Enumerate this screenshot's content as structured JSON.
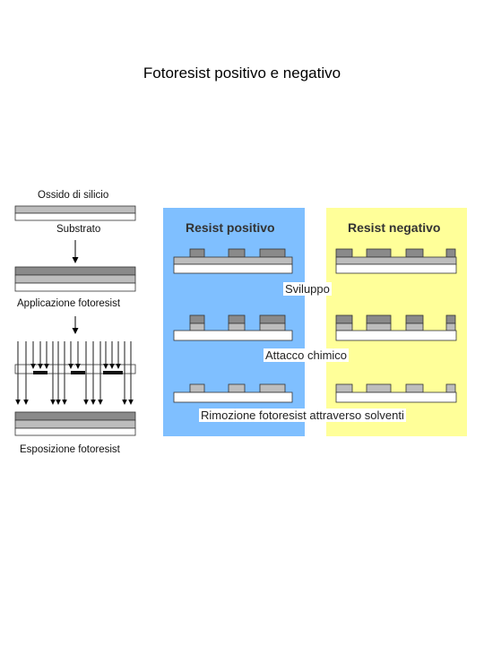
{
  "title": "Fotoresist positivo e negativo",
  "left": {
    "oxide_label": "Ossido di silicio",
    "substrate_label": "Substrato",
    "apply_label": "Applicazione fotoresist",
    "expose_label": "Esposizione fotoresist"
  },
  "panels": {
    "positive_title": "Resist positivo",
    "negative_title": "Resist negativo",
    "positive_color": "#7fbfff",
    "negative_color": "#ffff99"
  },
  "steps": {
    "develop": "Sviluppo",
    "etch": "Attacco chimico",
    "strip": "Rimozione fotoresist attraverso solventi"
  }
}
